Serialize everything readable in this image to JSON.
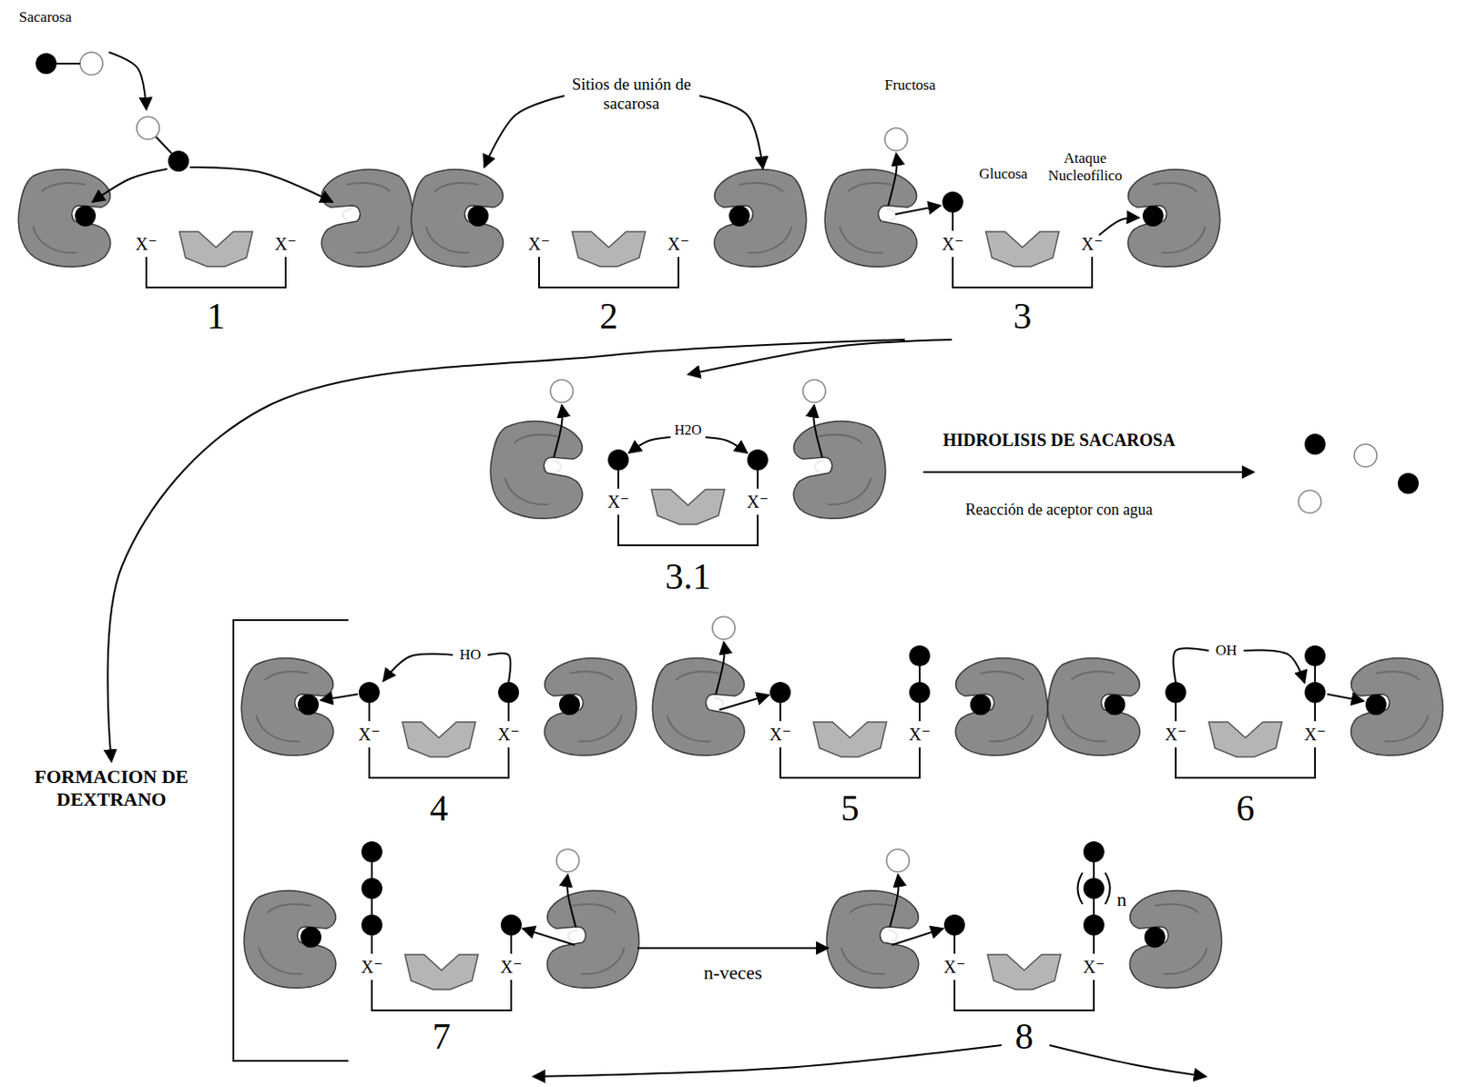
{
  "diagram": {
    "nodes": [
      {
        "text": [
          "1"
        ]
      },
      {
        "text": [
          "2"
        ]
      },
      {
        "text": [
          "3"
        ]
      },
      {
        "text": [
          "3.1"
        ]
      },
      {
        "text": [
          "FORMACION DE DEXTRANO"
        ]
      },
      {
        "text": [
          "4"
        ]
      },
      {
        "text": [
          "5"
        ]
      },
      {
        "text": [
          "6"
        ]
      },
      {
        "text": [
          "7"
        ]
      },
      {
        "text": [
          "8"
        ]
      }
    ],
    "edges": [
      {
        "from": 2,
        "to": 3,
        "arrow": "to"
      },
      {
        "from": 2,
        "to": 4,
        "arrow": "to"
      },
      {
        "from": 8,
        "to": 9,
        "label": "n-veces",
        "arrow": "to"
      }
    ],
    "labels": [
      "Sacarosa",
      "Sitios de unión de sacarosa",
      "Fructosa",
      "Glucosa",
      "Ataque Nucleofílico",
      "H2O",
      "HIDROLISIS DE SACAROSA",
      "Reacción de aceptor con agua",
      "HO",
      "OH",
      "n",
      "X⁻",
      "X⁻",
      "X⁻",
      "X⁻",
      "X⁻",
      "X⁻",
      "X⁻",
      "X⁻",
      "X⁻",
      "X⁻",
      "X⁻",
      "X⁻",
      "X⁻",
      "X⁻",
      "X⁻",
      "X⁻",
      "X⁻",
      "X⁻"
    ]
  }
}
